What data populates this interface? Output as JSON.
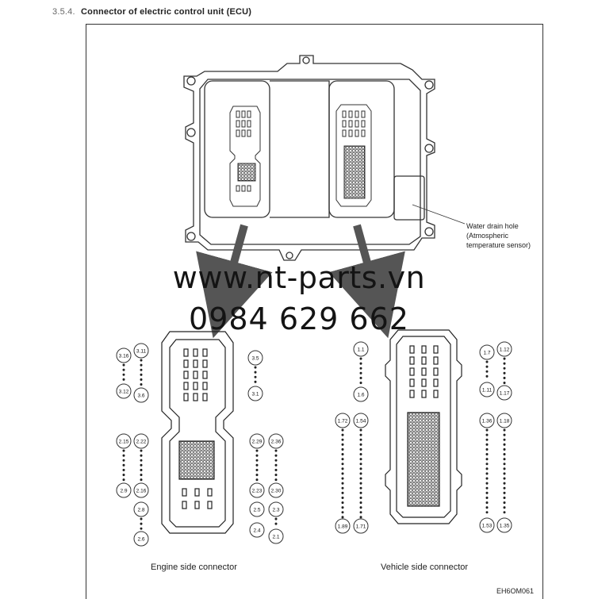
{
  "section": {
    "number": "3.5.4.",
    "title": "Connector of electric control unit (ECU)"
  },
  "watermark": {
    "site": "www.nt-parts.vn",
    "phone": "0984 629 662"
  },
  "callout": {
    "line1": "Water drain hole",
    "line2": "(Atmospheric",
    "line3": "temperature sensor)"
  },
  "captions": {
    "engine": "Engine side connector",
    "vehicle": "Vehicle side connector"
  },
  "figure_code": "EH6OM061",
  "engine_pins": [
    {
      "label": "3.16",
      "pos": "ec1"
    },
    {
      "label": "3.11",
      "pos": "ec2"
    },
    {
      "label": "3.12",
      "pos": "ec3"
    },
    {
      "label": "3.6",
      "pos": "ec4"
    },
    {
      "label": "3.5",
      "pos": "ec5"
    },
    {
      "label": "3.1",
      "pos": "ec6"
    },
    {
      "label": "2.15",
      "pos": "ec7"
    },
    {
      "label": "2.22",
      "pos": "ec8"
    },
    {
      "label": "2.9",
      "pos": "ec9"
    },
    {
      "label": "2.16",
      "pos": "ec10"
    },
    {
      "label": "2.8",
      "pos": "ec11"
    },
    {
      "label": "2.6",
      "pos": "ec12"
    },
    {
      "label": "2.29",
      "pos": "ec13"
    },
    {
      "label": "2.36",
      "pos": "ec14"
    },
    {
      "label": "2.23",
      "pos": "ec15"
    },
    {
      "label": "2.30",
      "pos": "ec16"
    },
    {
      "label": "2.5",
      "pos": "ec17"
    },
    {
      "label": "2.3",
      "pos": "ec18"
    },
    {
      "label": "2.4",
      "pos": "ec19"
    },
    {
      "label": "2.1",
      "pos": "ec20"
    }
  ],
  "vehicle_pins": [
    {
      "label": "1.1",
      "pos": "vc1"
    },
    {
      "label": "1.6",
      "pos": "vc2"
    },
    {
      "label": "1.72",
      "pos": "vc3"
    },
    {
      "label": "1.54",
      "pos": "vc4"
    },
    {
      "label": "1.89",
      "pos": "vc5"
    },
    {
      "label": "1.71",
      "pos": "vc6"
    },
    {
      "label": "1.7",
      "pos": "vc7"
    },
    {
      "label": "1.12",
      "pos": "vc8"
    },
    {
      "label": "1.11",
      "pos": "vc9"
    },
    {
      "label": "1.17",
      "pos": "vc10"
    },
    {
      "label": "1.36",
      "pos": "vc11"
    },
    {
      "label": "1.18",
      "pos": "vc12"
    },
    {
      "label": "1.53",
      "pos": "vc13"
    },
    {
      "label": "1.35",
      "pos": "vc14"
    }
  ]
}
